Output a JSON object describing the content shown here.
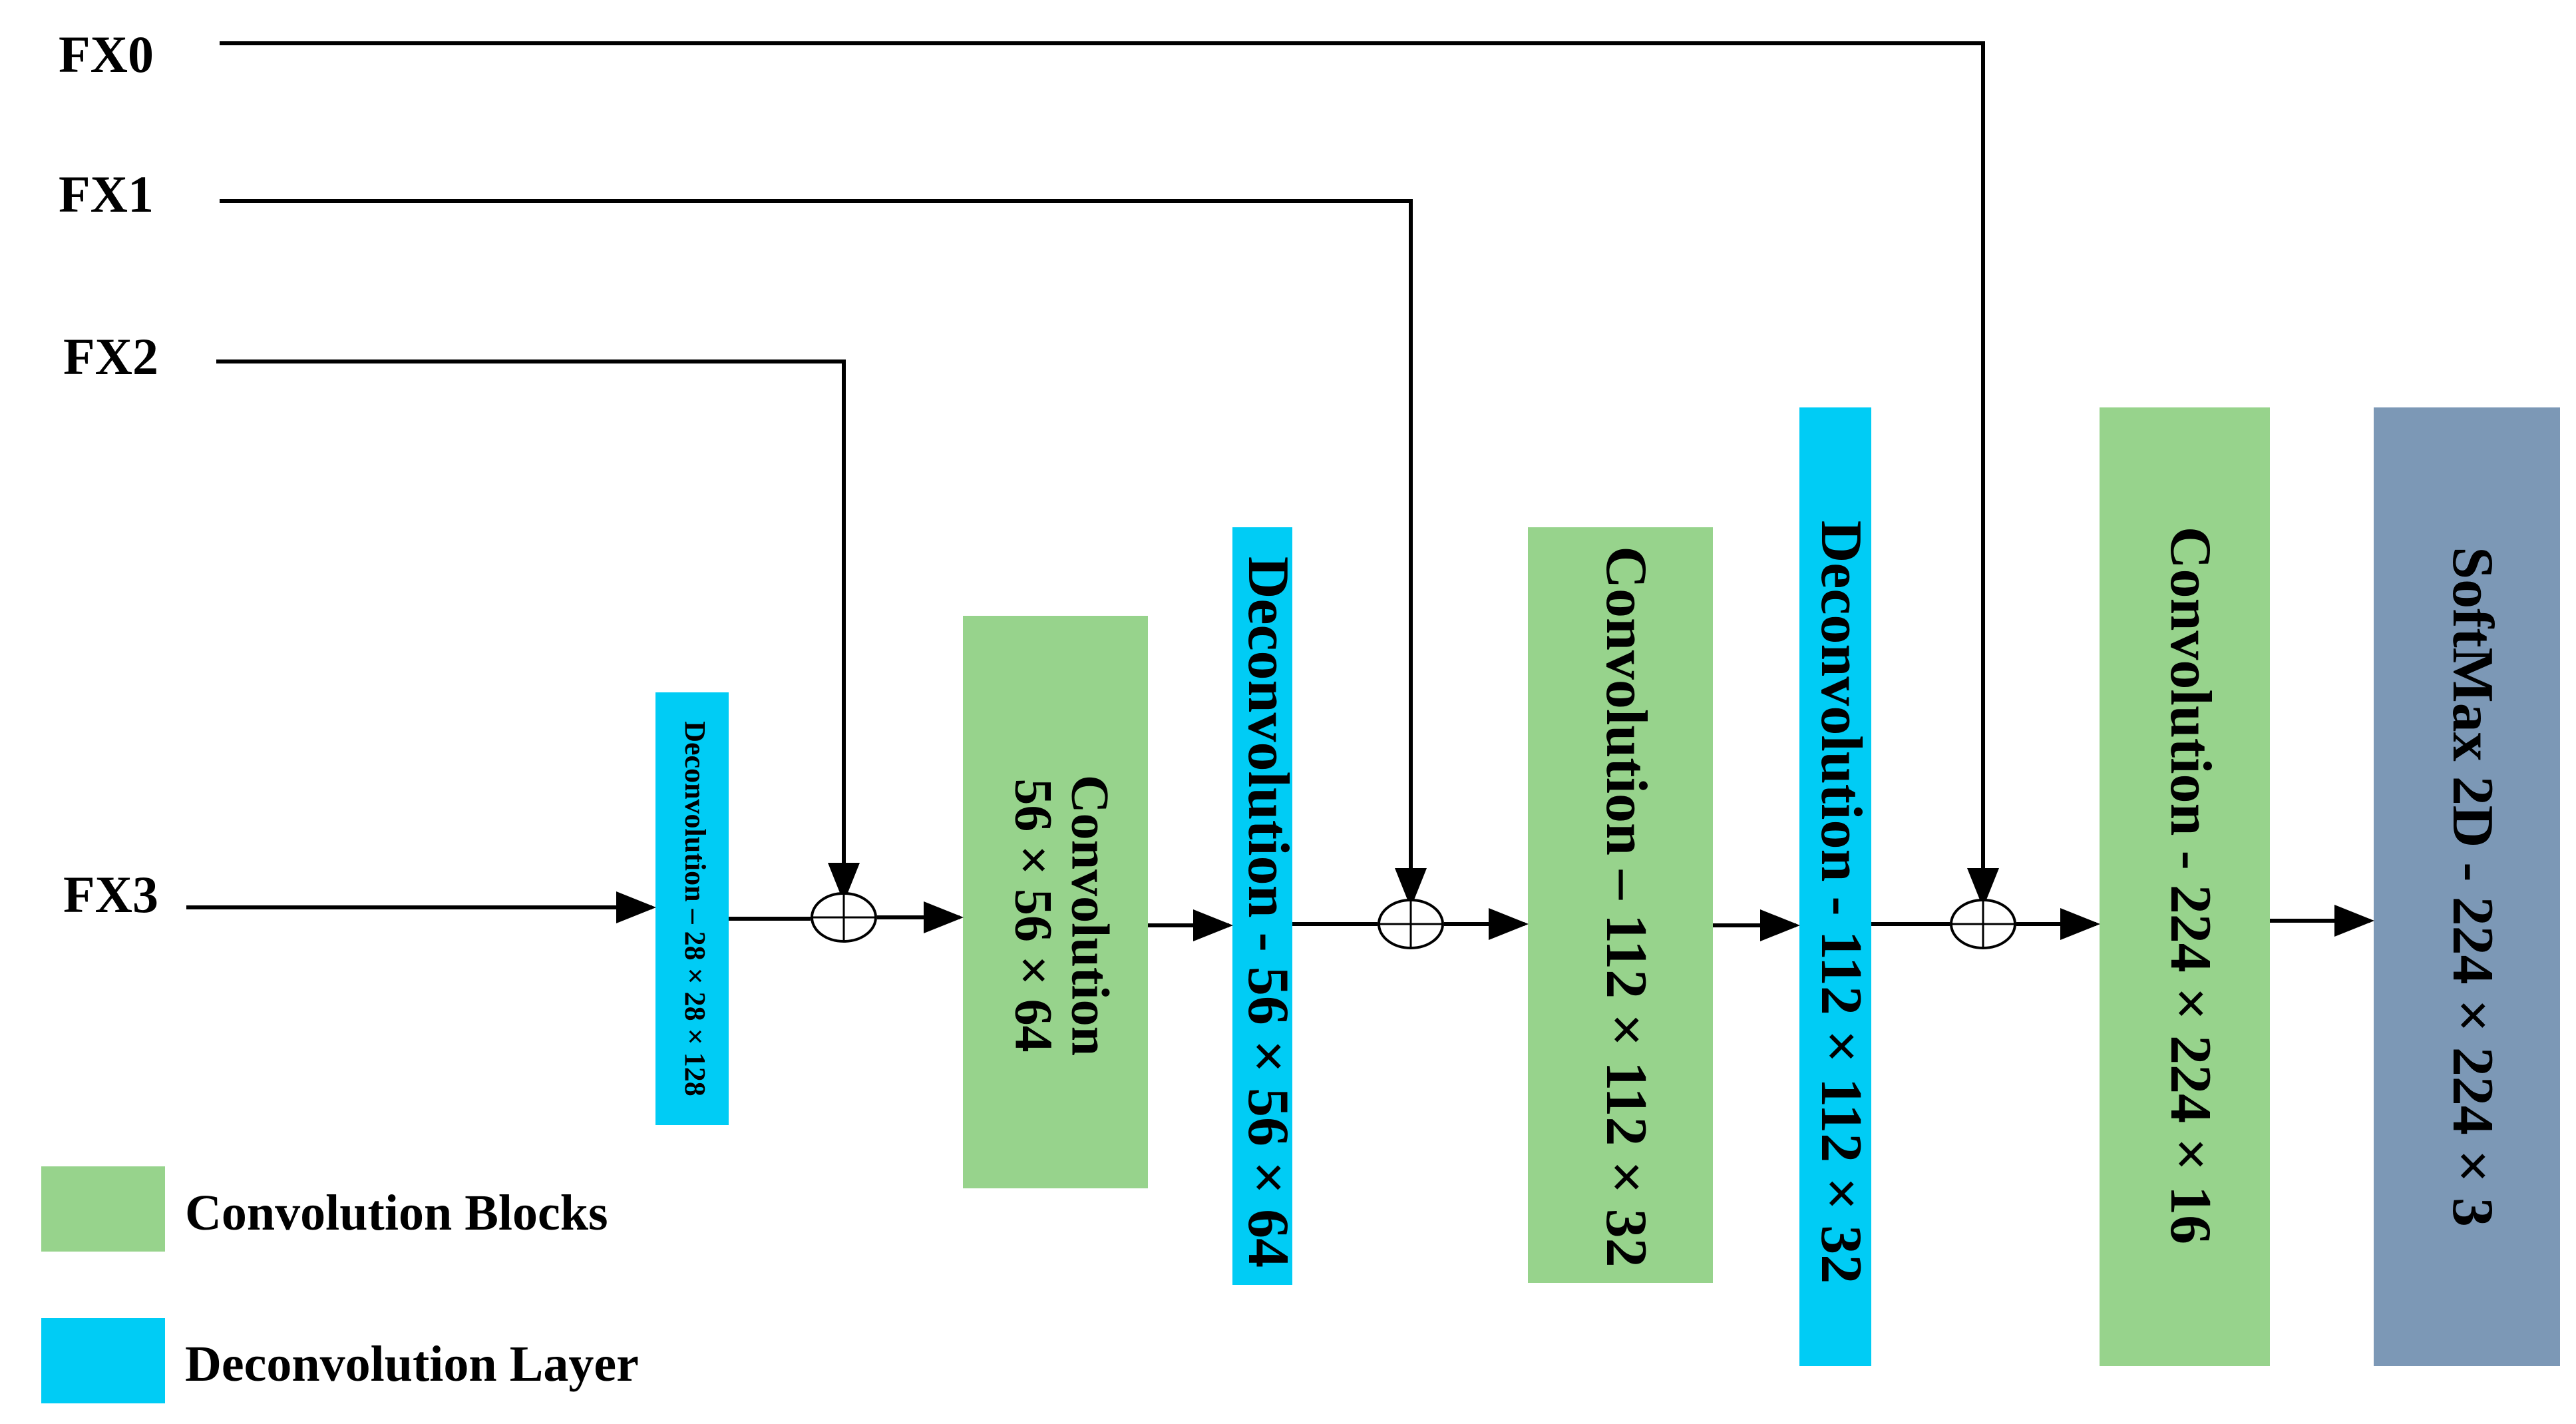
{
  "inputs": {
    "fx0": "FX0",
    "fx1": "FX1",
    "fx2": "FX2",
    "fx3": "FX3"
  },
  "blocks": {
    "deconv_28": {
      "label": "Deconvolution – 28 × 28 × 128",
      "kind": "deconvolution"
    },
    "conv_56": {
      "label_line1": "Convolution",
      "label_line2": "56 × 56 × 64",
      "kind": "convolution"
    },
    "deconv_56": {
      "label": "Deconvolution - 56 × 56 × 64",
      "kind": "deconvolution"
    },
    "conv_112": {
      "label": "Convolution – 112 × 112 × 32",
      "kind": "convolution"
    },
    "deconv_112": {
      "label": "Deconvolution - 112 × 112 × 32",
      "kind": "deconvolution"
    },
    "conv_224": {
      "label": "Convolution - 224 × 224 × 16",
      "kind": "convolution"
    },
    "softmax": {
      "label": "SoftMax 2D - 224 × 224 × 3",
      "kind": "softmax"
    }
  },
  "legend": {
    "conv": "Convolution Blocks",
    "deconv": "Deconvolution Layer"
  },
  "colors": {
    "convolution": "#97D38C",
    "deconvolution": "#00CCF5",
    "softmax": "#7C98B6",
    "line": "#000000",
    "background": "#FFFFFF"
  }
}
